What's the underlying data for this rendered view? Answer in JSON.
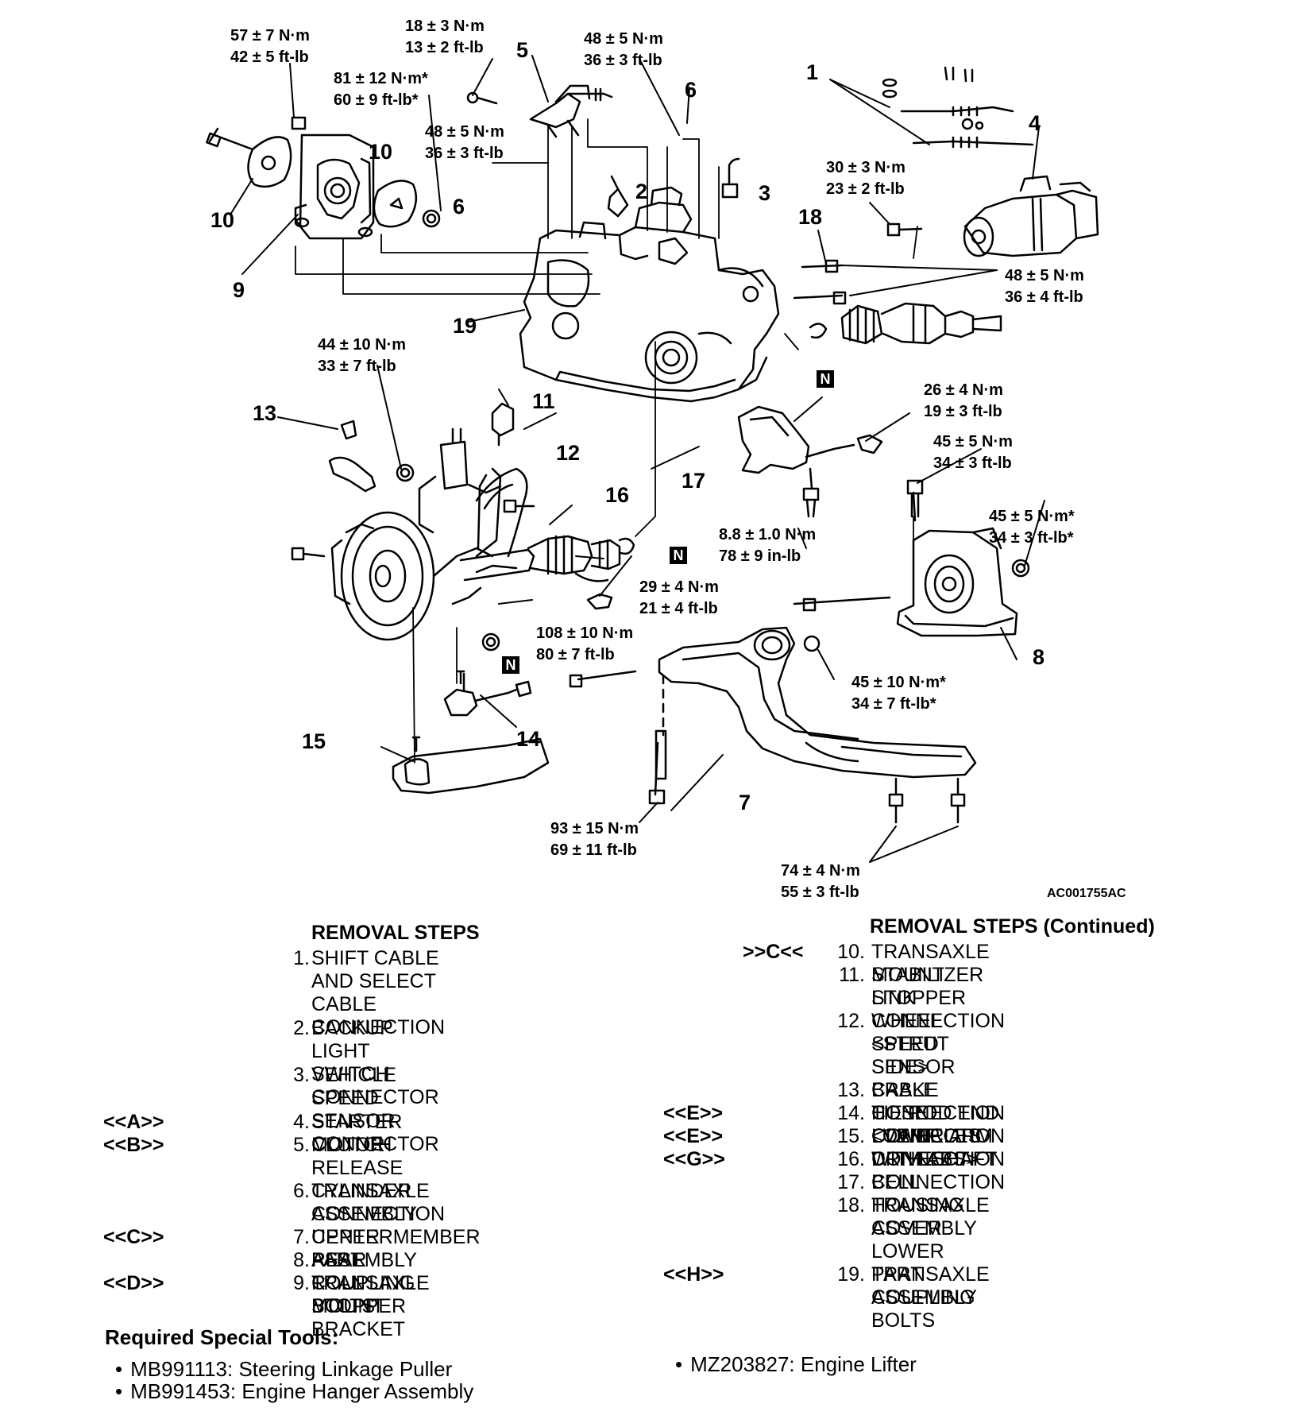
{
  "figure_id": "AC001755AC",
  "callouts": [
    "1",
    "2",
    "3",
    "4",
    "5",
    "6",
    "6",
    "7",
    "8",
    "9",
    "10",
    "10",
    "11",
    "12",
    "13",
    "14",
    "15",
    "16",
    "17",
    "18",
    "19"
  ],
  "n_mark": "N",
  "torques": [
    {
      "metric": "57 ± 7 N·m",
      "imperial": "42 ± 5 ft-lb"
    },
    {
      "metric": "18 ± 3 N·m",
      "imperial": "13 ± 2 ft-lb"
    },
    {
      "metric": "48 ± 5 N·m",
      "imperial": "36 ± 3 ft-lb"
    },
    {
      "metric": "81 ± 12 N·m*",
      "imperial": "60 ± 9 ft-lb*"
    },
    {
      "metric": "48 ± 5 N·m",
      "imperial": "36 ± 3 ft-lb"
    },
    {
      "metric": "30 ± 3 N·m",
      "imperial": "23 ± 2 ft-lb"
    },
    {
      "metric": "48 ± 5 N·m",
      "imperial": "36 ± 4 ft-lb"
    },
    {
      "metric": "44 ± 10 N·m",
      "imperial": "33 ± 7 ft-lb"
    },
    {
      "metric": "26 ± 4 N·m",
      "imperial": "19 ± 3 ft-lb"
    },
    {
      "metric": "45 ± 5 N·m",
      "imperial": "34 ± 3 ft-lb"
    },
    {
      "metric": "45 ± 5 N·m*",
      "imperial": "34 ± 3 ft-lb*"
    },
    {
      "metric": "8.8 ± 1.0 N·m",
      "imperial": "78 ± 9 in-lb"
    },
    {
      "metric": "29 ± 4 N·m",
      "imperial": "21 ± 4 ft-lb"
    },
    {
      "metric": "108 ± 10 N·m",
      "imperial": "80 ± 7 ft-lb"
    },
    {
      "metric": "45 ± 10 N·m*",
      "imperial": "34 ± 7 ft-lb*"
    },
    {
      "metric": "93 ± 15 N·m",
      "imperial": "69 ± 11 ft-lb"
    },
    {
      "metric": "74 ± 4 N·m",
      "imperial": "55 ± 3 ft-lb"
    }
  ],
  "removal_steps": {
    "title": "REMOVAL STEPS",
    "title_continued": "REMOVAL STEPS (Continued)",
    "left": [
      {
        "ref": "",
        "no": "1.",
        "text": "SHIFT CABLE AND SELECT\nCABLE CONNECTION"
      },
      {
        "ref": "",
        "no": "2.",
        "text": "BACKUP LIGHT SWITCH\nCONNECTOR"
      },
      {
        "ref": "",
        "no": "3.",
        "text": "VEHICLE SPEED SENSOR\nCONNECTOR"
      },
      {
        "ref": "<<A>>",
        "no": "4.",
        "text": "STARTER MOTOR"
      },
      {
        "ref": "<<B>>",
        "no": "5.",
        "text": "CLUTCH RELEASE CYLINDER\nCONNECTION"
      },
      {
        "ref": "",
        "no": "6.",
        "text": "TRANSAXLE ASSEMBLY UPPER\nPART COUPLING BOLTS"
      },
      {
        "ref": "<<C>>",
        "no": "7.",
        "text": "CENTERMEMBER ASSEMBLY"
      },
      {
        "ref": "",
        "no": "8.",
        "text": "REAR ROLL STOPPER"
      },
      {
        "ref": "<<D>>",
        "no": "9.",
        "text": "TRANSAXLE MOUNT BRACKET"
      }
    ],
    "right": [
      {
        "ref": ">>C<<",
        "no": "10.",
        "text": "TRANSAXLE MOUNT STOPPER"
      },
      {
        "ref": "",
        "no": "11.",
        "text": "STABILIZER LINK CONNECTION\n<STRUT SIDE>"
      },
      {
        "ref": "",
        "no": "12.",
        "text": "WHEEL SPEED SENSOR CABLE\nCONNECTION <VEHICLES\nWITH ABS>"
      },
      {
        "ref": "",
        "no": "13.",
        "text": "BRAKE HOSE CLAMP"
      },
      {
        "ref": "<<E>>",
        "no": "14.",
        "text": "TIE ROD END CONNECTION"
      },
      {
        "ref": "<<E>>",
        "no": "15.",
        "text": "LOWER ARM CONNECTION"
      },
      {
        "ref": "<<G>>",
        "no": "16.",
        "text": "DRIVESHAFT CONNECTION"
      },
      {
        "ref": "",
        "no": "17.",
        "text": "BELL HOUSING COVER"
      },
      {
        "ref": "",
        "no": "18.",
        "text": "TRANSAXLE ASSEMBLY\nLOWER PART COUPLING\nBOLTS"
      },
      {
        "ref": "<<H>>",
        "no": "19.",
        "text": "TRANSAXLE ASSEMBLY"
      }
    ]
  },
  "special_tools": {
    "title": "Required Special Tools:",
    "items": [
      "MB991113: Steering Linkage Puller",
      "MB991453: Engine Hanger Assembly",
      "MZ203827: Engine Lifter"
    ]
  }
}
